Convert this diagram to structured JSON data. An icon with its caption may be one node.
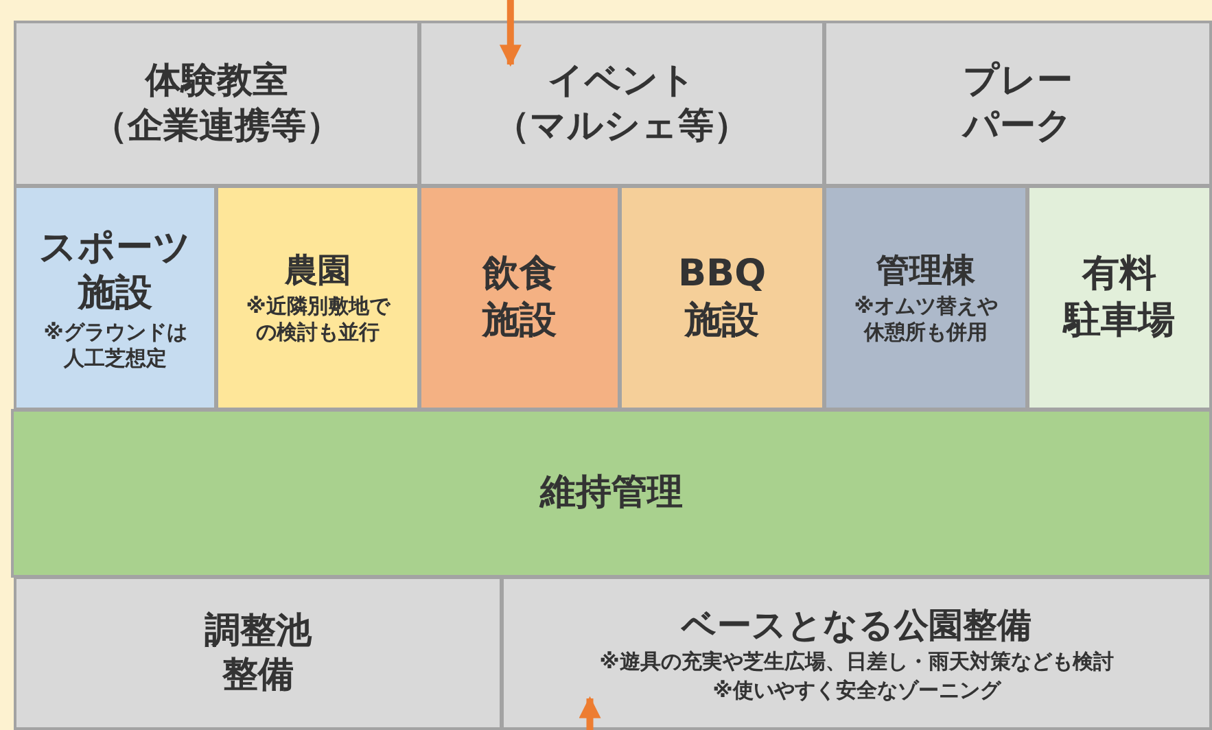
{
  "diagram": {
    "nodes": [
      {
        "text": [
          "体験教室（企業連携等）"
        ]
      },
      {
        "text": [
          "イベント（マルシェ等）"
        ]
      },
      {
        "text": [
          "プレーパーク"
        ]
      },
      {
        "text": [
          "スポーツ施設",
          "※グラウンドは人工芝想定"
        ]
      },
      {
        "text": [
          "農園",
          "※近隣別敷地での検討も並行"
        ]
      },
      {
        "text": [
          "飲食施設"
        ]
      },
      {
        "text": [
          "BBQ施設"
        ]
      },
      {
        "text": [
          "管理棟",
          "※オムツ替えや休憩所も併用"
        ]
      },
      {
        "text": [
          "有料駐車場"
        ]
      },
      {
        "text": [
          "維持管理"
        ]
      },
      {
        "text": [
          "調整池整備"
        ]
      },
      {
        "text": [
          "ベースとなる公園整備",
          "※遊具の充実や芝生広場、日差し・雨天対策なども検討",
          "※使いやすく安全なゾーニング"
        ]
      }
    ],
    "edges": [
      {
        "from": null,
        "to": 1,
        "arrow": "to"
      },
      {
        "from": null,
        "to": 11,
        "arrow": "to"
      }
    ]
  }
}
